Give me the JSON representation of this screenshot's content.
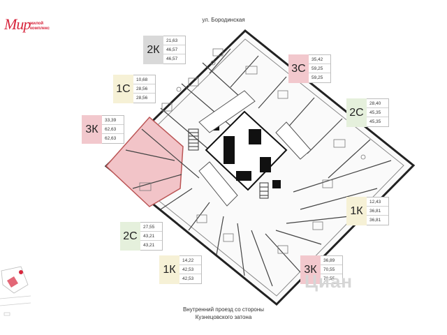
{
  "logo": {
    "mark": "Мир",
    "subtitle": "жилой комплекс"
  },
  "street_top": "ул. Бородинская",
  "street_bottom": [
    "Внутренний проезд со стороны",
    "Кузнецовского затона"
  ],
  "watermark": "Циан",
  "colors": {
    "highlight_unit": "#f2c4c8",
    "badge_3k": "#f2c8cd",
    "badge_2k": "#d9d9d9",
    "badge_1c_1k": "#f6f1d6",
    "badge_2c": "#e5f0dc",
    "brand": "#d7263d"
  },
  "apartments": [
    {
      "type": "2К",
      "values": [
        "21,63",
        "46,57",
        "46,57"
      ],
      "badge": "gray"
    },
    {
      "type": "3С",
      "values": [
        "35,42",
        "59,25",
        "59,25"
      ],
      "badge": "pink"
    },
    {
      "type": "1С",
      "values": [
        "10,68",
        "28,56",
        "28,56"
      ],
      "badge": "yellow"
    },
    {
      "type": "2С",
      "values": [
        "28,40",
        "45,35",
        "45,35"
      ],
      "badge": "green"
    },
    {
      "type": "3К",
      "values": [
        "33,39",
        "62,63",
        "62,63"
      ],
      "badge": "pink"
    },
    {
      "type": "1К",
      "values": [
        "12,43",
        "36,81",
        "36,81"
      ],
      "badge": "yellow"
    },
    {
      "type": "2С",
      "values": [
        "27,55",
        "43,21",
        "43,21"
      ],
      "badge": "green"
    },
    {
      "type": "1К",
      "values": [
        "14,22",
        "42,53",
        "42,53"
      ],
      "badge": "yellow"
    },
    {
      "type": "3К",
      "values": [
        "36,89",
        "70,55",
        "70,55"
      ],
      "badge": "pink"
    }
  ]
}
